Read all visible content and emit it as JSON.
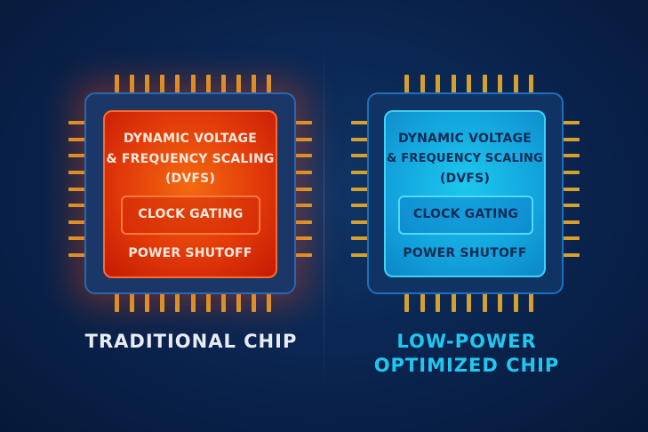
{
  "chips": [
    {
      "id": "traditional",
      "dvfs_line1": "DYNAMIC VOLTAGE",
      "dvfs_line2": "& FREQUENCY SCALING",
      "dvfs_line3": "(DVFS)",
      "clock_gating": "CLOCK GATING",
      "power_shutoff": "POWER SHUTOFF",
      "label": "TRADITIONAL CHIP",
      "label_color": "#e8ecf2",
      "die_color": "#e8400a"
    },
    {
      "id": "low-power",
      "dvfs_line1": "DYNAMIC VOLTAGE",
      "dvfs_line2": "& FREQUENCY SCALING",
      "dvfs_line3": "(DVFS)",
      "clock_gating": "CLOCK GATING",
      "power_shutoff": "POWER SHUTOFF",
      "label_line1": "LOW-POWER",
      "label_line2": "OPTIMIZED CHIP",
      "label_color": "#1ec8f0",
      "die_color": "#15aee2"
    }
  ]
}
